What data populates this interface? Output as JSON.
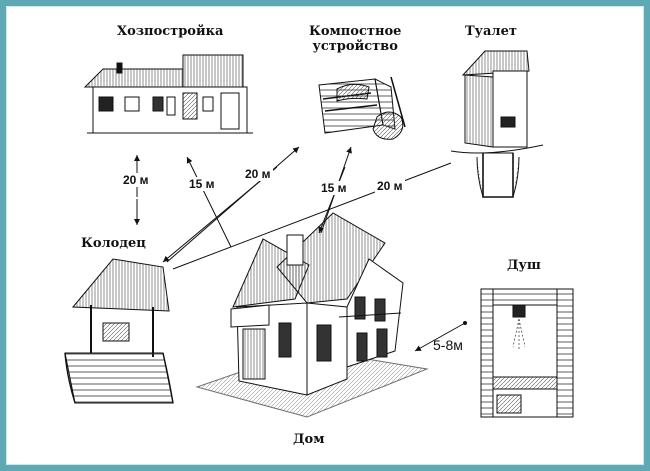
{
  "labels": {
    "shed": "Хозпостройка",
    "compost": "Компостное\nустройство",
    "toilet": "Туалет",
    "well": "Колодец",
    "shower": "Душ",
    "house": "Дом"
  },
  "distances": {
    "shed_well": "20 м",
    "shed_house": "15 м",
    "compost_well": "20 м",
    "compost_house": "15 м",
    "toilet_well": "20 м",
    "shower_house": "5-8м"
  },
  "colors": {
    "frame": "#5ea9b4",
    "ink": "#111111"
  }
}
